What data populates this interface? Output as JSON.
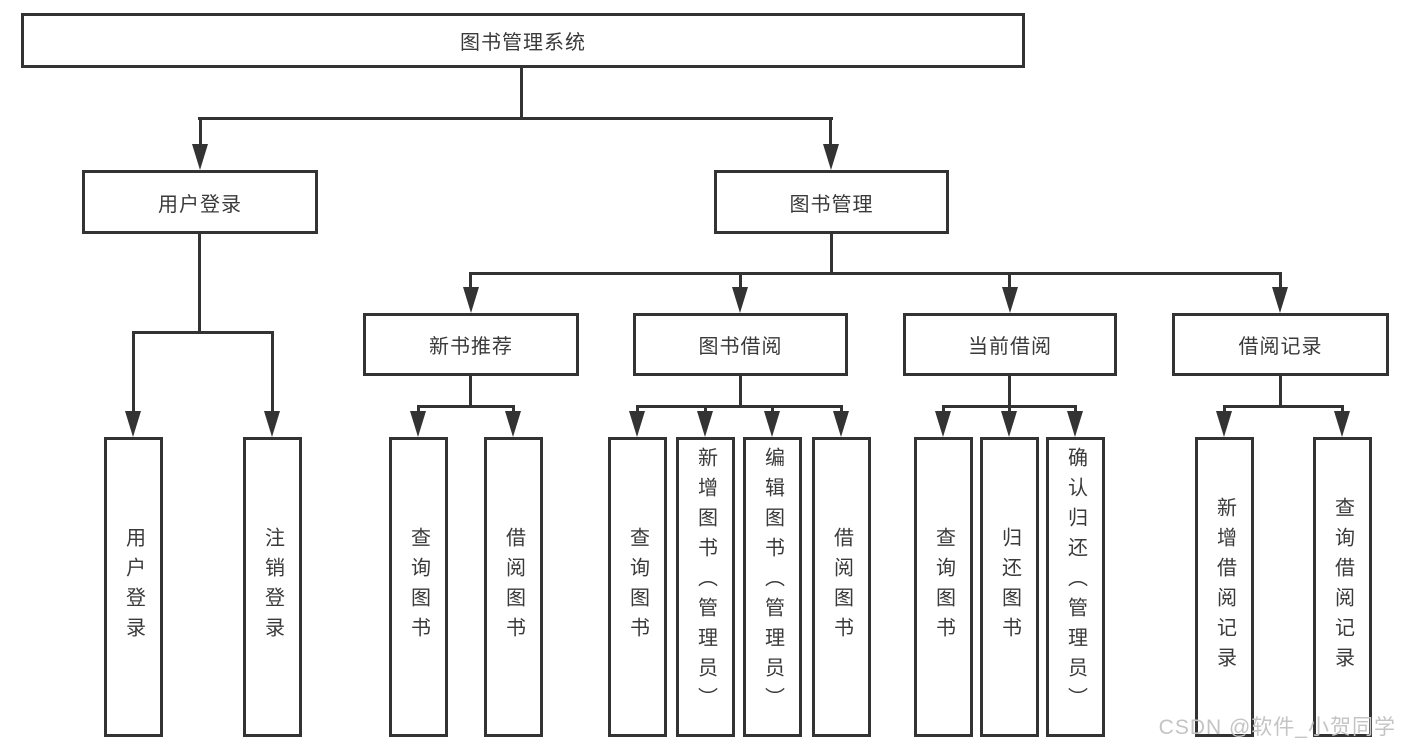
{
  "tree": {
    "label": "图书管理系统",
    "children": [
      {
        "label": "用户登录",
        "children": [
          {
            "label": "用户登录"
          },
          {
            "label": "注销登录"
          }
        ]
      },
      {
        "label": "图书管理",
        "children": [
          {
            "label": "新书推荐",
            "children": [
              {
                "label": "查询图书"
              },
              {
                "label": "借阅图书"
              }
            ]
          },
          {
            "label": "图书借阅",
            "children": [
              {
                "label": "查询图书"
              },
              {
                "label": "新增图书（管理员）"
              },
              {
                "label": "编辑图书（管理员）"
              },
              {
                "label": "借阅图书"
              }
            ]
          },
          {
            "label": "当前借阅",
            "children": [
              {
                "label": "查询图书"
              },
              {
                "label": "归还图书"
              },
              {
                "label": "确认归还（管理员）"
              }
            ]
          },
          {
            "label": "借阅记录",
            "children": [
              {
                "label": "新增借阅记录"
              },
              {
                "label": "查询借阅记录"
              }
            ]
          }
        ]
      }
    ]
  },
  "watermark": "CSDN @软件_小贺同学",
  "colors": {
    "line": "#333333",
    "box_border": "#333333",
    "box_background": "#ffffff",
    "text": "#3a3a3a",
    "watermark": "#c4c4c4",
    "page_background": "#ffffff"
  }
}
